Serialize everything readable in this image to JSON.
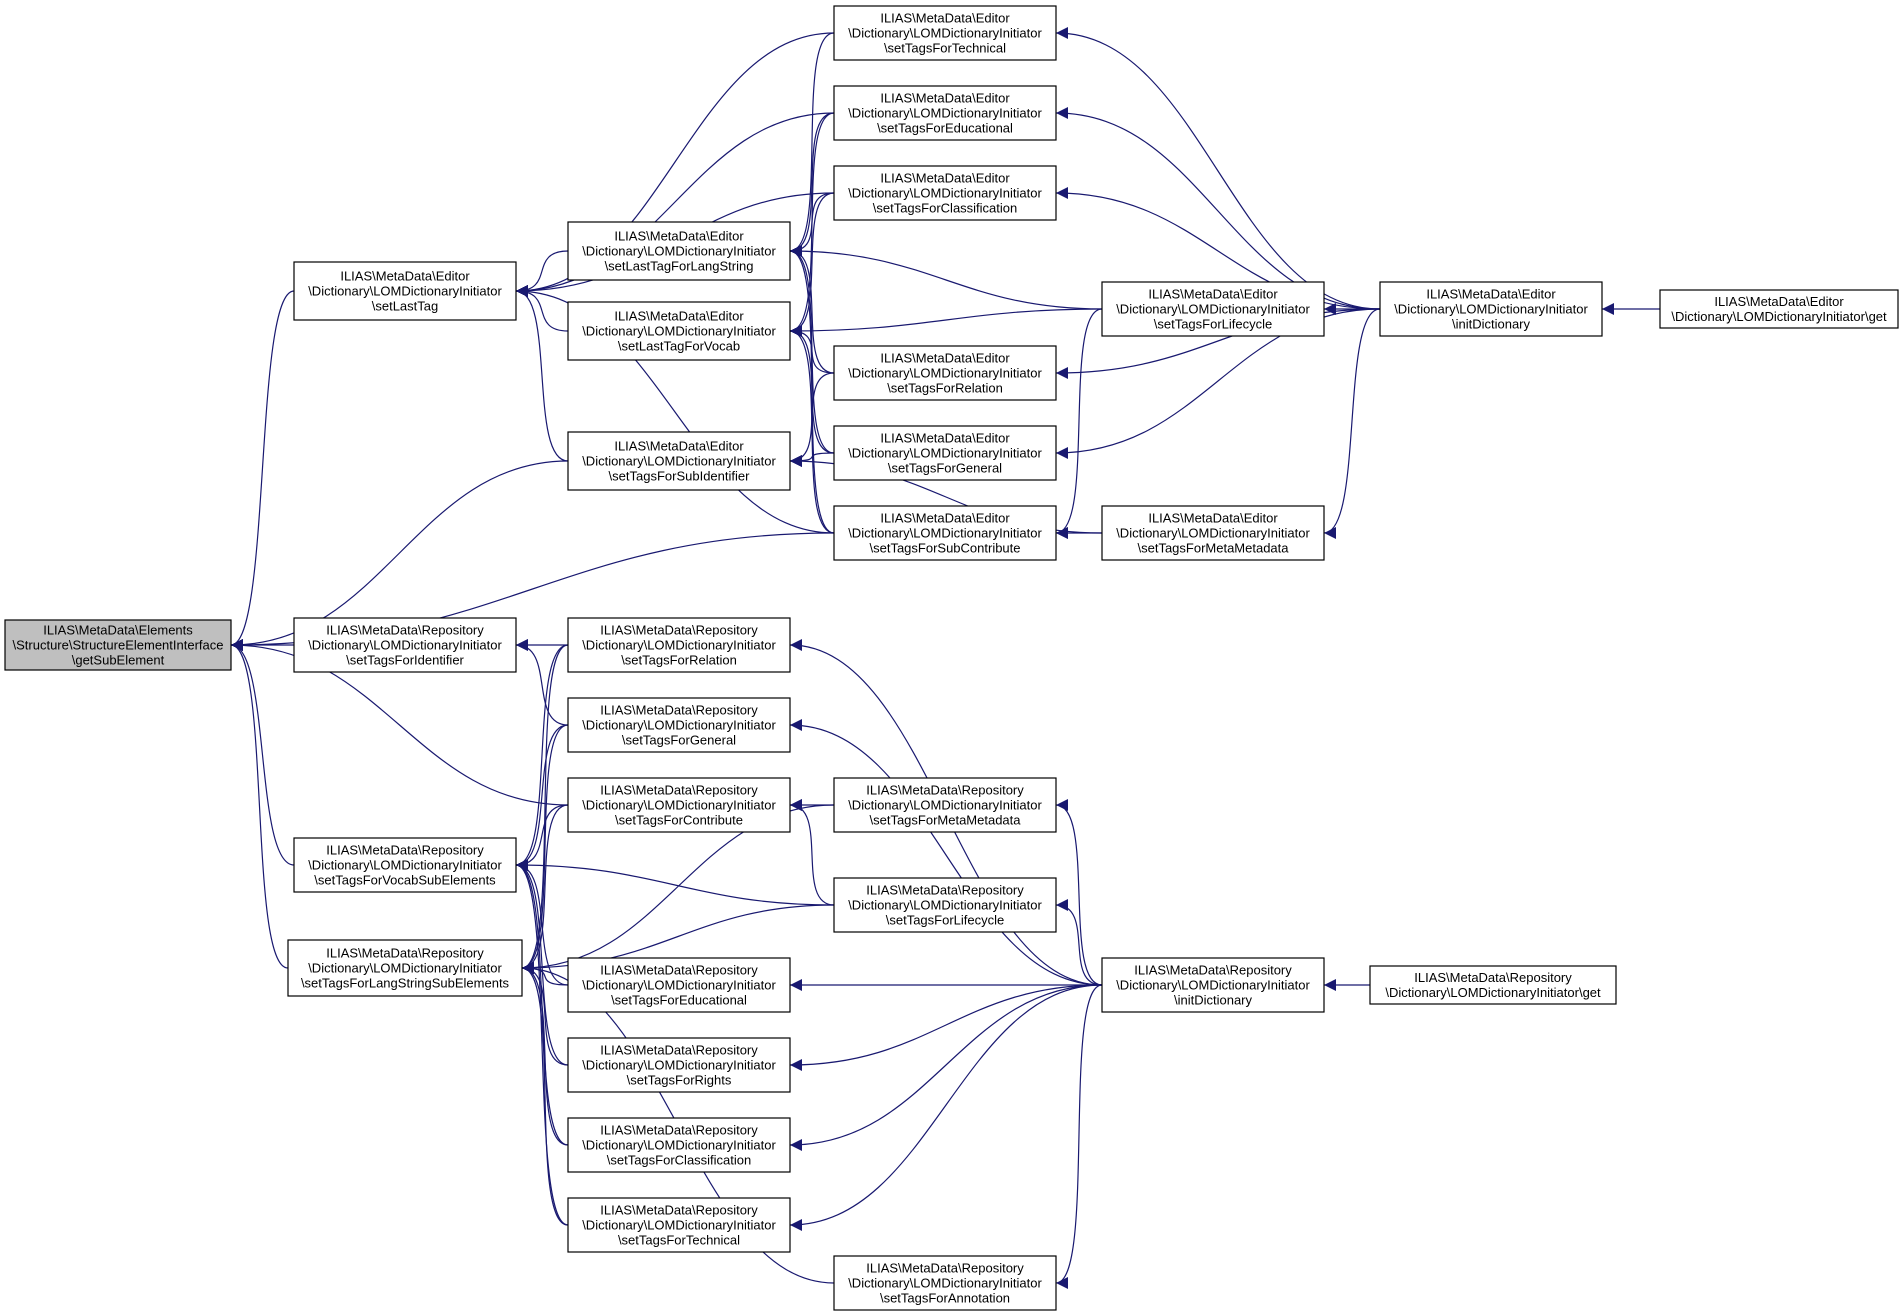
{
  "colors": {
    "edge": "#191970",
    "node_fill": "#ffffff",
    "highlight_fill": "#bfbfbf",
    "node_stroke": "#000000"
  },
  "nodes": [
    {
      "id": "root",
      "highlight": true,
      "lines": [
        "ILIAS\\MetaData\\Elements",
        "\\Structure\\StructureElementInterface",
        "\\getSubElement"
      ]
    },
    {
      "id": "e_setLastTag",
      "lines": [
        "ILIAS\\MetaData\\Editor",
        "\\Dictionary\\LOMDictionaryInitiator",
        "\\setLastTag"
      ]
    },
    {
      "id": "e_setLastTagForLangString",
      "lines": [
        "ILIAS\\MetaData\\Editor",
        "\\Dictionary\\LOMDictionaryInitiator",
        "\\setLastTagForLangString"
      ]
    },
    {
      "id": "e_setLastTagForVocab",
      "lines": [
        "ILIAS\\MetaData\\Editor",
        "\\Dictionary\\LOMDictionaryInitiator",
        "\\setLastTagForVocab"
      ]
    },
    {
      "id": "e_setTagsForSubIdentifier",
      "lines": [
        "ILIAS\\MetaData\\Editor",
        "\\Dictionary\\LOMDictionaryInitiator",
        "\\setTagsForSubIdentifier"
      ]
    },
    {
      "id": "e_setTagsForTechnical",
      "lines": [
        "ILIAS\\MetaData\\Editor",
        "\\Dictionary\\LOMDictionaryInitiator",
        "\\setTagsForTechnical"
      ]
    },
    {
      "id": "e_setTagsForEducational",
      "lines": [
        "ILIAS\\MetaData\\Editor",
        "\\Dictionary\\LOMDictionaryInitiator",
        "\\setTagsForEducational"
      ]
    },
    {
      "id": "e_setTagsForClassification",
      "lines": [
        "ILIAS\\MetaData\\Editor",
        "\\Dictionary\\LOMDictionaryInitiator",
        "\\setTagsForClassification"
      ]
    },
    {
      "id": "e_setTagsForRelation",
      "lines": [
        "ILIAS\\MetaData\\Editor",
        "\\Dictionary\\LOMDictionaryInitiator",
        "\\setTagsForRelation"
      ]
    },
    {
      "id": "e_setTagsForGeneral",
      "lines": [
        "ILIAS\\MetaData\\Editor",
        "\\Dictionary\\LOMDictionaryInitiator",
        "\\setTagsForGeneral"
      ]
    },
    {
      "id": "e_setTagsForSubContribute",
      "lines": [
        "ILIAS\\MetaData\\Editor",
        "\\Dictionary\\LOMDictionaryInitiator",
        "\\setTagsForSubContribute"
      ]
    },
    {
      "id": "e_setTagsForLifecycle",
      "lines": [
        "ILIAS\\MetaData\\Editor",
        "\\Dictionary\\LOMDictionaryInitiator",
        "\\setTagsForLifecycle"
      ]
    },
    {
      "id": "e_setTagsForMetaMetadata",
      "lines": [
        "ILIAS\\MetaData\\Editor",
        "\\Dictionary\\LOMDictionaryInitiator",
        "\\setTagsForMetaMetadata"
      ]
    },
    {
      "id": "e_initDictionary",
      "lines": [
        "ILIAS\\MetaData\\Editor",
        "\\Dictionary\\LOMDictionaryInitiator",
        "\\initDictionary"
      ]
    },
    {
      "id": "e_get",
      "lines": [
        "ILIAS\\MetaData\\Editor",
        "\\Dictionary\\LOMDictionaryInitiator\\get"
      ]
    },
    {
      "id": "r_setTagsForIdentifier",
      "lines": [
        "ILIAS\\MetaData\\Repository",
        "\\Dictionary\\LOMDictionaryInitiator",
        "\\setTagsForIdentifier"
      ]
    },
    {
      "id": "r_setTagsForVocabSubElements",
      "lines": [
        "ILIAS\\MetaData\\Repository",
        "\\Dictionary\\LOMDictionaryInitiator",
        "\\setTagsForVocabSubElements"
      ]
    },
    {
      "id": "r_setTagsForLangStringSubElements",
      "lines": [
        "ILIAS\\MetaData\\Repository",
        "\\Dictionary\\LOMDictionaryInitiator",
        "\\setTagsForLangStringSubElements"
      ]
    },
    {
      "id": "r_setTagsForRelation",
      "lines": [
        "ILIAS\\MetaData\\Repository",
        "\\Dictionary\\LOMDictionaryInitiator",
        "\\setTagsForRelation"
      ]
    },
    {
      "id": "r_setTagsForGeneral",
      "lines": [
        "ILIAS\\MetaData\\Repository",
        "\\Dictionary\\LOMDictionaryInitiator",
        "\\setTagsForGeneral"
      ]
    },
    {
      "id": "r_setTagsForContribute",
      "lines": [
        "ILIAS\\MetaData\\Repository",
        "\\Dictionary\\LOMDictionaryInitiator",
        "\\setTagsForContribute"
      ]
    },
    {
      "id": "r_setTagsForEducational",
      "lines": [
        "ILIAS\\MetaData\\Repository",
        "\\Dictionary\\LOMDictionaryInitiator",
        "\\setTagsForEducational"
      ]
    },
    {
      "id": "r_setTagsForRights",
      "lines": [
        "ILIAS\\MetaData\\Repository",
        "\\Dictionary\\LOMDictionaryInitiator",
        "\\setTagsForRights"
      ]
    },
    {
      "id": "r_setTagsForClassification",
      "lines": [
        "ILIAS\\MetaData\\Repository",
        "\\Dictionary\\LOMDictionaryInitiator",
        "\\setTagsForClassification"
      ]
    },
    {
      "id": "r_setTagsForTechnical",
      "lines": [
        "ILIAS\\MetaData\\Repository",
        "\\Dictionary\\LOMDictionaryInitiator",
        "\\setTagsForTechnical"
      ]
    },
    {
      "id": "r_setTagsForMetaMetadata",
      "lines": [
        "ILIAS\\MetaData\\Repository",
        "\\Dictionary\\LOMDictionaryInitiator",
        "\\setTagsForMetaMetadata"
      ]
    },
    {
      "id": "r_setTagsForLifecycle",
      "lines": [
        "ILIAS\\MetaData\\Repository",
        "\\Dictionary\\LOMDictionaryInitiator",
        "\\setTagsForLifecycle"
      ]
    },
    {
      "id": "r_setTagsForAnnotation",
      "lines": [
        "ILIAS\\MetaData\\Repository",
        "\\Dictionary\\LOMDictionaryInitiator",
        "\\setTagsForAnnotation"
      ]
    },
    {
      "id": "r_initDictionary",
      "lines": [
        "ILIAS\\MetaData\\Repository",
        "\\Dictionary\\LOMDictionaryInitiator",
        "\\initDictionary"
      ]
    },
    {
      "id": "r_get",
      "lines": [
        "ILIAS\\MetaData\\Repository",
        "\\Dictionary\\LOMDictionaryInitiator\\get"
      ]
    }
  ],
  "edges": [
    [
      "root",
      "e_setLastTag"
    ],
    [
      "root",
      "e_setTagsForSubIdentifier"
    ],
    [
      "root",
      "e_setTagsForSubContribute"
    ],
    [
      "root",
      "r_setTagsForIdentifier"
    ],
    [
      "root",
      "r_setTagsForContribute"
    ],
    [
      "root",
      "r_setTagsForVocabSubElements"
    ],
    [
      "root",
      "r_setTagsForLangStringSubElements"
    ],
    [
      "e_setLastTag",
      "e_setLastTagForLangString"
    ],
    [
      "e_setLastTag",
      "e_setLastTagForVocab"
    ],
    [
      "e_setLastTag",
      "e_setTagsForSubIdentifier"
    ],
    [
      "e_setLastTag",
      "e_setTagsForTechnical"
    ],
    [
      "e_setLastTag",
      "e_setTagsForEducational"
    ],
    [
      "e_setLastTag",
      "e_setTagsForClassification"
    ],
    [
      "e_setLastTag",
      "e_setTagsForSubContribute"
    ],
    [
      "e_setLastTagForLangString",
      "e_setTagsForTechnical"
    ],
    [
      "e_setLastTagForLangString",
      "e_setTagsForEducational"
    ],
    [
      "e_setLastTagForLangString",
      "e_setTagsForClassification"
    ],
    [
      "e_setLastTagForLangString",
      "e_setTagsForLifecycle"
    ],
    [
      "e_setLastTagForLangString",
      "e_setTagsForRelation"
    ],
    [
      "e_setLastTagForLangString",
      "e_setTagsForGeneral"
    ],
    [
      "e_setLastTagForLangString",
      "e_setTagsForSubContribute"
    ],
    [
      "e_setLastTagForVocab",
      "e_setTagsForEducational"
    ],
    [
      "e_setLastTagForVocab",
      "e_setTagsForClassification"
    ],
    [
      "e_setLastTagForVocab",
      "e_setTagsForLifecycle"
    ],
    [
      "e_setLastTagForVocab",
      "e_setTagsForRelation"
    ],
    [
      "e_setLastTagForVocab",
      "e_setTagsForGeneral"
    ],
    [
      "e_setLastTagForVocab",
      "e_setTagsForSubContribute"
    ],
    [
      "e_setTagsForSubIdentifier",
      "e_setTagsForRelation"
    ],
    [
      "e_setTagsForSubIdentifier",
      "e_setTagsForGeneral"
    ],
    [
      "e_setTagsForSubIdentifier",
      "e_setTagsForMetaMetadata"
    ],
    [
      "e_setTagsForSubContribute",
      "e_setTagsForLifecycle"
    ],
    [
      "e_setTagsForSubContribute",
      "e_setTagsForMetaMetadata"
    ],
    [
      "e_setTagsForTechnical",
      "e_initDictionary"
    ],
    [
      "e_setTagsForEducational",
      "e_initDictionary"
    ],
    [
      "e_setTagsForClassification",
      "e_initDictionary"
    ],
    [
      "e_setTagsForLifecycle",
      "e_initDictionary"
    ],
    [
      "e_setTagsForRelation",
      "e_initDictionary"
    ],
    [
      "e_setTagsForGeneral",
      "e_initDictionary"
    ],
    [
      "e_setTagsForMetaMetadata",
      "e_initDictionary"
    ],
    [
      "e_initDictionary",
      "e_get"
    ],
    [
      "r_setTagsForIdentifier",
      "r_setTagsForRelation"
    ],
    [
      "r_setTagsForIdentifier",
      "r_setTagsForGeneral"
    ],
    [
      "r_setTagsForContribute",
      "r_setTagsForMetaMetadata"
    ],
    [
      "r_setTagsForContribute",
      "r_setTagsForLifecycle"
    ],
    [
      "r_setTagsForVocabSubElements",
      "r_setTagsForRelation"
    ],
    [
      "r_setTagsForVocabSubElements",
      "r_setTagsForGeneral"
    ],
    [
      "r_setTagsForVocabSubElements",
      "r_setTagsForContribute"
    ],
    [
      "r_setTagsForVocabSubElements",
      "r_setTagsForLifecycle"
    ],
    [
      "r_setTagsForVocabSubElements",
      "r_setTagsForEducational"
    ],
    [
      "r_setTagsForVocabSubElements",
      "r_setTagsForRights"
    ],
    [
      "r_setTagsForVocabSubElements",
      "r_setTagsForClassification"
    ],
    [
      "r_setTagsForVocabSubElements",
      "r_setTagsForTechnical"
    ],
    [
      "r_setTagsForLangStringSubElements",
      "r_setTagsForRelation"
    ],
    [
      "r_setTagsForLangStringSubElements",
      "r_setTagsForGeneral"
    ],
    [
      "r_setTagsForLangStringSubElements",
      "r_setTagsForContribute"
    ],
    [
      "r_setTagsForLangStringSubElements",
      "r_setTagsForMetaMetadata"
    ],
    [
      "r_setTagsForLangStringSubElements",
      "r_setTagsForLifecycle"
    ],
    [
      "r_setTagsForLangStringSubElements",
      "r_setTagsForEducational"
    ],
    [
      "r_setTagsForLangStringSubElements",
      "r_setTagsForRights"
    ],
    [
      "r_setTagsForLangStringSubElements",
      "r_setTagsForClassification"
    ],
    [
      "r_setTagsForLangStringSubElements",
      "r_setTagsForTechnical"
    ],
    [
      "r_setTagsForLangStringSubElements",
      "r_setTagsForAnnotation"
    ],
    [
      "r_setTagsForRelation",
      "r_initDictionary"
    ],
    [
      "r_setTagsForGeneral",
      "r_initDictionary"
    ],
    [
      "r_setTagsForMetaMetadata",
      "r_initDictionary"
    ],
    [
      "r_setTagsForLifecycle",
      "r_initDictionary"
    ],
    [
      "r_setTagsForEducational",
      "r_initDictionary"
    ],
    [
      "r_setTagsForRights",
      "r_initDictionary"
    ],
    [
      "r_setTagsForClassification",
      "r_initDictionary"
    ],
    [
      "r_setTagsForTechnical",
      "r_initDictionary"
    ],
    [
      "r_setTagsForAnnotation",
      "r_initDictionary"
    ],
    [
      "r_initDictionary",
      "r_get"
    ]
  ]
}
